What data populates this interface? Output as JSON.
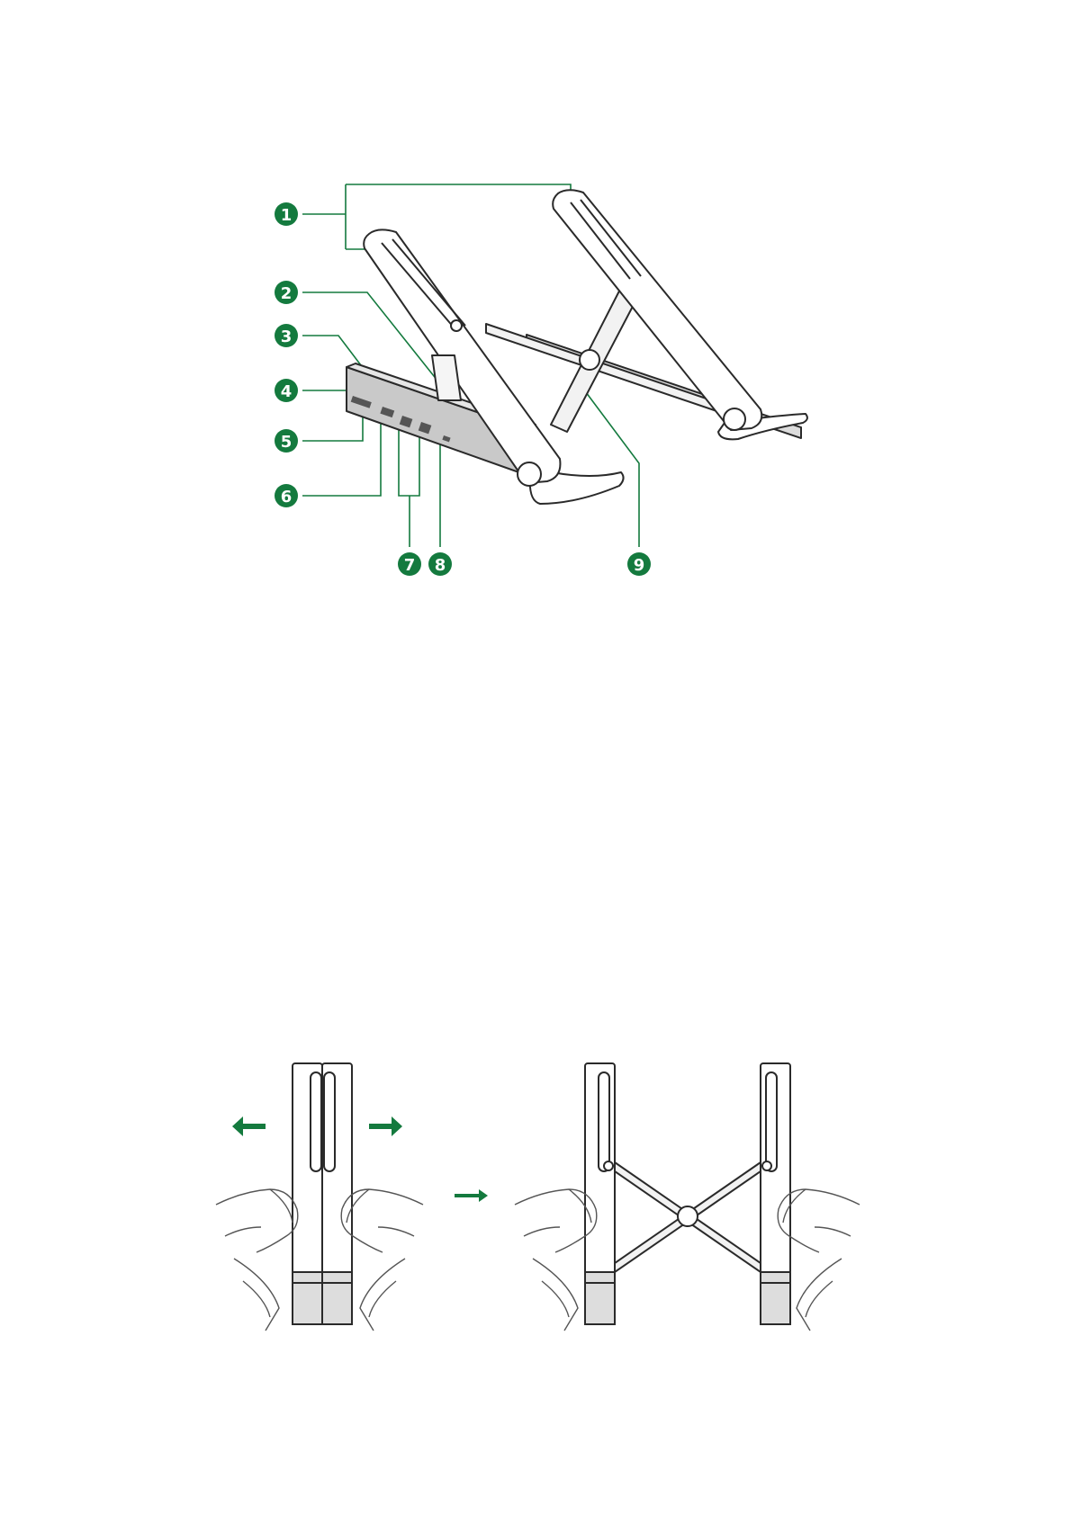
{
  "callouts": [
    "1",
    "2",
    "3",
    "4",
    "5",
    "6",
    "7",
    "8",
    "9"
  ],
  "colors": {
    "accent": "#147a3e",
    "line": "#2a2a2a",
    "tray": "#c9c9c9",
    "face": "#e6e6e6",
    "skin": "#ffffff"
  },
  "icons": {
    "arrow_left": "arrow-left-icon",
    "arrow_right": "arrow-right-icon",
    "arrow_next": "arrow-next-step-icon"
  }
}
